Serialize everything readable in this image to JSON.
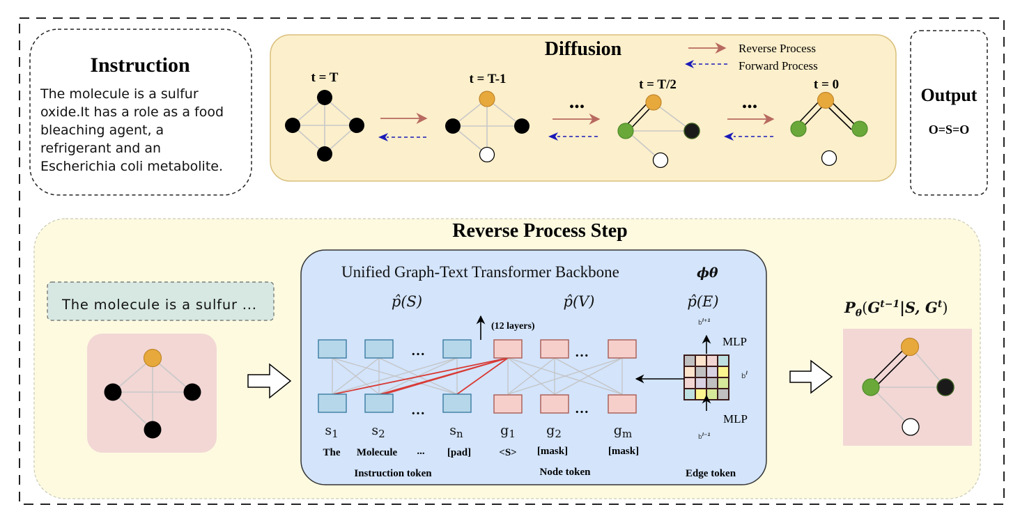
{
  "instruction": {
    "title": "Instruction",
    "lines": [
      "The molecule is a sulfur",
      "oxide.It has a role as a food",
      "bleaching agent, a",
      "refrigerant and an",
      "Escherichia coli metabolite."
    ]
  },
  "diffusion": {
    "title": "Diffusion",
    "legend": {
      "reverse": "Reverse Process",
      "forward": "Forward Process"
    },
    "steps": [
      {
        "label": "t = T"
      },
      {
        "label": "t = T-1"
      },
      {
        "label": "t = T/2"
      },
      {
        "label": "t = 0"
      }
    ],
    "ellipsis": "..."
  },
  "output": {
    "title": "Output",
    "value": "O=S=O"
  },
  "reverse_step": {
    "title": "Reverse Process Step",
    "input_text": "The molecule is a sulfur ...",
    "backbone": {
      "title": "Unified Graph-Text Transformer Backbone",
      "param": "ϕθ",
      "heads": {
        "text": "p̂(S)",
        "node": "p̂(V)",
        "edge": "p̂(E)"
      },
      "layers_label": "(12 layers)",
      "instruction_tokens": [
        {
          "symbol": "s",
          "sub": "1",
          "word": "The"
        },
        {
          "symbol": "s",
          "sub": "2",
          "word": "Molecule"
        },
        {
          "symbol": "...",
          "sub": "",
          "word": "..."
        },
        {
          "symbol": "s",
          "sub": "n",
          "word": "[pad]"
        }
      ],
      "node_tokens": [
        {
          "symbol": "g",
          "sub": "1",
          "word": "<S>"
        },
        {
          "symbol": "g",
          "sub": "2",
          "word": "[mask]"
        },
        {
          "symbol": "g",
          "sub": "m",
          "word": "[mask]"
        }
      ],
      "group_labels": {
        "instruction": "Instruction token",
        "node": "Node token",
        "edge": "Edge token"
      },
      "edge": {
        "mlp_top": "MLP",
        "mlp_bottom": "MLP",
        "b_next": "b",
        "b_next_sup": "l+1",
        "b_cur": "b",
        "b_cur_sup": "l",
        "b_prev": "b",
        "b_prev_sup": "l−1",
        "b_sub": "i,j",
        "grid_colors": [
          [
            "#c0c0c0",
            "#fbe3cc",
            "#f2d6d4",
            "#bfe0e0"
          ],
          [
            "#fbe3cc",
            "#c0c0c0",
            "#d8d2e2",
            "#fcf68e"
          ],
          [
            "#f2d6d4",
            "#d8d2e2",
            "#c0c0c0",
            "#d6e89a"
          ],
          [
            "#bfe0e0",
            "#fcf68e",
            "#d6e89a",
            "#c0c0c0"
          ]
        ]
      }
    },
    "result_label": {
      "P": "P",
      "theta": "θ",
      "G1": "G",
      "sup1": "t−1",
      "mid": "|S, ",
      "G2": "G",
      "sup2": "t",
      "close": ")",
      "open": "("
    }
  },
  "colors": {
    "orange_node": "#e8a93c",
    "green_node": "#6aa83a",
    "black_node": "#000000",
    "white_node": "#ffffff",
    "reverse_arrow": "#b86a60",
    "forward_arrow": "#1a1ab8",
    "diffusion_bg": "#fcefcb",
    "reverse_bg": "#fefae0",
    "backbone_bg": "#d3e4fb",
    "graph_bg": "#f2d7d5",
    "text_box_bg": "#d7e8e3",
    "instr_token_fill": "#b6d7ea",
    "node_token_fill": "#f6cfcb"
  }
}
